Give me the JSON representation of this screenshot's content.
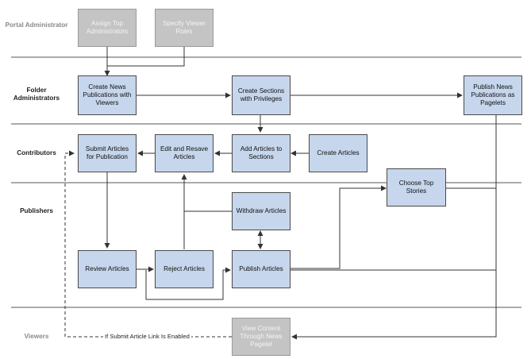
{
  "lanes": {
    "portal": "Portal Administrator",
    "folder": "Folder Administrators",
    "contributors": "Contributors",
    "publishers": "Publishers",
    "viewers": "Viewers"
  },
  "boxes": {
    "assign_top": "Assign Top Administrators",
    "specify_roles": "Specify Viewer Roles",
    "create_news_pubs": "Create News Publications with Viewers",
    "create_sections": "Create Sections with Privileges",
    "publish_pagelets": "Publish News Publications as Pagelets",
    "submit_articles": "Submit Articles for Publication",
    "edit_resave": "Edit and Resave Articles",
    "add_articles": "Add Articles to Sections",
    "create_articles": "Create Articles",
    "choose_top": "Choose Top Stories",
    "withdraw": "Withdraw Articles",
    "review": "Review Articles",
    "reject": "Reject Articles",
    "publish": "Publish Articles",
    "view_content": "View Content Through News Pagelet"
  },
  "condition_label": "If Submit Article Link Is Enabled",
  "colors": {
    "active_box": "#c6d6ec",
    "inactive_box": "#c4c4c4",
    "line": "#333333",
    "lane_divider": "#555555"
  }
}
